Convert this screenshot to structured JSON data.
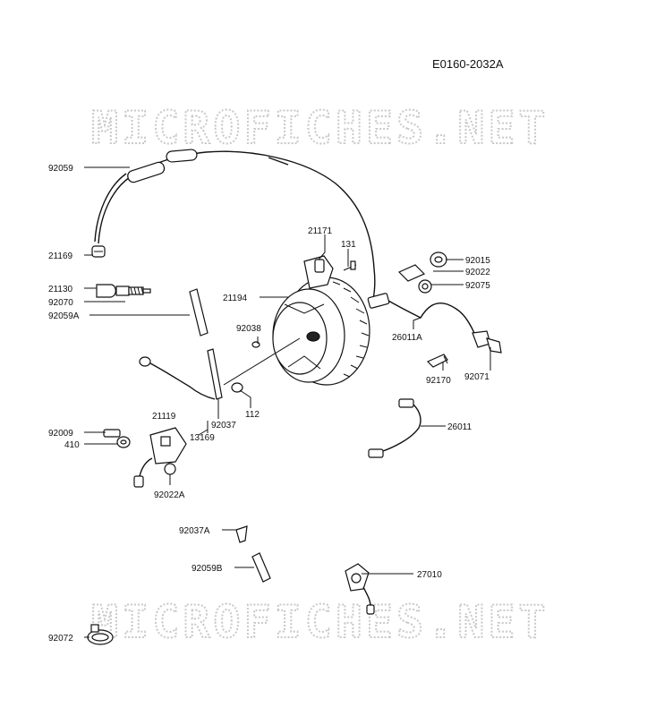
{
  "drawing_id": "E0160-2032A",
  "watermark": "MICROFICHES.NET",
  "parts": [
    {
      "key": "p92059",
      "label": "92059"
    },
    {
      "key": "p21169",
      "label": "21169"
    },
    {
      "key": "p21130",
      "label": "21130"
    },
    {
      "key": "p92070",
      "label": "92070"
    },
    {
      "key": "p92059A",
      "label": "92059A"
    },
    {
      "key": "p21171",
      "label": "21171"
    },
    {
      "key": "p131",
      "label": "131"
    },
    {
      "key": "p92015",
      "label": "92015"
    },
    {
      "key": "p92022",
      "label": "92022"
    },
    {
      "key": "p92075",
      "label": "92075"
    },
    {
      "key": "p21194",
      "label": "21194"
    },
    {
      "key": "p26011A",
      "label": "26011A"
    },
    {
      "key": "p92038",
      "label": "92038"
    },
    {
      "key": "p92170",
      "label": "92170"
    },
    {
      "key": "p92071",
      "label": "92071"
    },
    {
      "key": "p112",
      "label": "112"
    },
    {
      "key": "p21119",
      "label": "21119"
    },
    {
      "key": "p92037",
      "label": "92037"
    },
    {
      "key": "p13169",
      "label": "13169"
    },
    {
      "key": "p92009",
      "label": "92009"
    },
    {
      "key": "p410",
      "label": "410"
    },
    {
      "key": "p26011",
      "label": "26011"
    },
    {
      "key": "p92022A",
      "label": "92022A"
    },
    {
      "key": "p92037A",
      "label": "92037A"
    },
    {
      "key": "p92059B",
      "label": "92059B"
    },
    {
      "key": "p27010",
      "label": "27010"
    },
    {
      "key": "p92072",
      "label": "92072"
    }
  ]
}
